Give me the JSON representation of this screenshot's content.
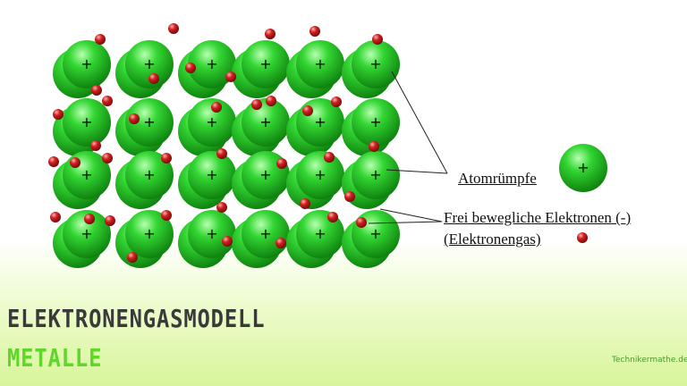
{
  "title": "ELEKTRONENGASMODELL",
  "subtitle": "METALLE",
  "legend": {
    "atom_label": "Atomrümpfe",
    "electron_label_line1": "Frei bewegliche Elektronen (-)",
    "electron_label_line2": "(Elektronengas)",
    "atom_symbol": "+"
  },
  "logo_text": "Technikermathe.de",
  "colors": {
    "atom": "#22c022",
    "electron": "#c01818",
    "title": "#3a3a3a",
    "subtitle": "#5fd62a"
  }
}
